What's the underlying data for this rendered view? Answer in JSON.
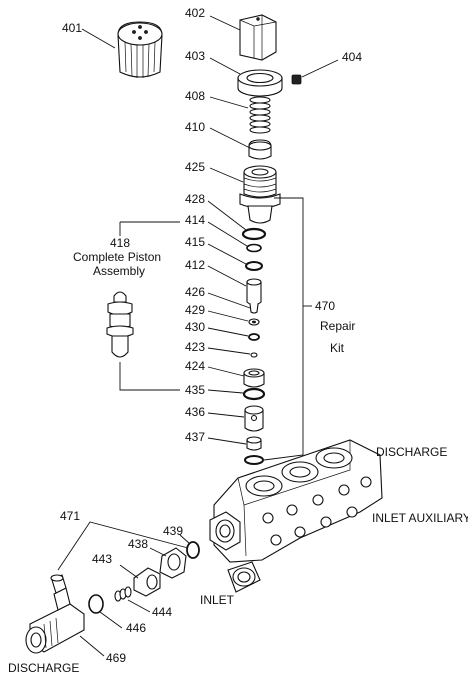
{
  "parts": {
    "p401": "401",
    "p402": "402",
    "p403": "403",
    "p404": "404",
    "p408": "408",
    "p410": "410",
    "p425": "425",
    "p428": "428",
    "p414": "414",
    "p415": "415",
    "p412": "412",
    "p426": "426",
    "p429": "429",
    "p430": "430",
    "p423": "423",
    "p424": "424",
    "p435": "435",
    "p436": "436",
    "p437": "437",
    "p470": "470",
    "p418": "418",
    "p471": "471",
    "p439": "439",
    "p438": "438",
    "p443": "443",
    "p444": "444",
    "p446": "446",
    "p469": "469"
  },
  "callouts": {
    "piston_line1": "Complete Piston",
    "piston_line2": "Assembly",
    "repair_line1": "Repair",
    "repair_line2": "Kit",
    "discharge_top": "DISCHARGE",
    "inlet_auxiliary": "INLET AUXILIARY",
    "inlet": "INLET",
    "discharge_bottom": "DISCHARGE"
  }
}
